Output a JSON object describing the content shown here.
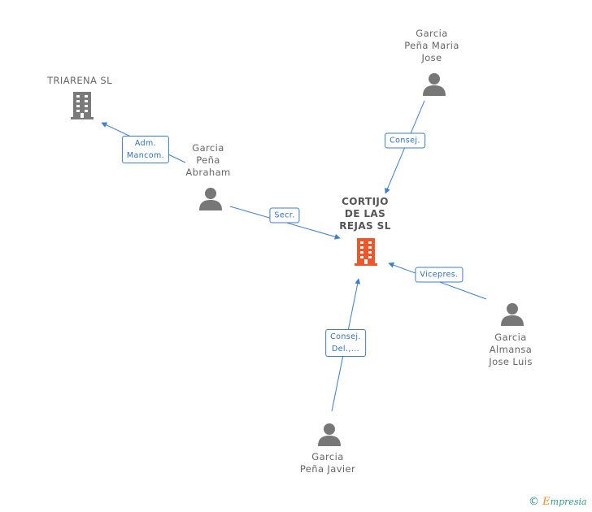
{
  "nodes": {
    "triarena": {
      "label_lines": [
        "TRIARENA  SL"
      ],
      "type": "company"
    },
    "cortijo": {
      "label_lines": [
        "CORTIJO",
        "DE LAS",
        "REJAS SL"
      ],
      "type": "company-main"
    },
    "garcia_maria_jose": {
      "label_lines": [
        "Garcia",
        "Peña Maria",
        "Jose"
      ],
      "type": "person"
    },
    "garcia_abraham": {
      "label_lines": [
        "Garcia",
        "Peña",
        "Abraham"
      ],
      "type": "person"
    },
    "garcia_jose_luis": {
      "label_lines": [
        "Garcia",
        "Almansa",
        "Jose Luis"
      ],
      "type": "person"
    },
    "garcia_javier": {
      "label_lines": [
        "Garcia",
        "Peña Javier"
      ],
      "type": "person"
    }
  },
  "edges": [
    {
      "id": "adm",
      "from": "garcia_abraham",
      "to": "triarena",
      "label_lines": [
        "Adm.",
        "Mancom."
      ]
    },
    {
      "id": "consej",
      "from": "garcia_maria_jose",
      "to": "cortijo",
      "label_lines": [
        "Consej."
      ]
    },
    {
      "id": "secr",
      "from": "garcia_abraham",
      "to": "cortijo",
      "label_lines": [
        "Secr."
      ]
    },
    {
      "id": "vicepres",
      "from": "garcia_jose_luis",
      "to": "cortijo",
      "label_lines": [
        "Vicepres."
      ]
    },
    {
      "id": "consej_del",
      "from": "garcia_javier",
      "to": "cortijo",
      "label_lines": [
        "Consej.",
        "Del.,..."
      ]
    }
  ],
  "colors": {
    "edge": "#3a7fd0",
    "company": "#7a7a7a",
    "company_main": "#f0562a",
    "person": "#777777"
  },
  "footer": {
    "copyright": "©",
    "brand_initial": "E",
    "brand_rest": "mpresia"
  }
}
